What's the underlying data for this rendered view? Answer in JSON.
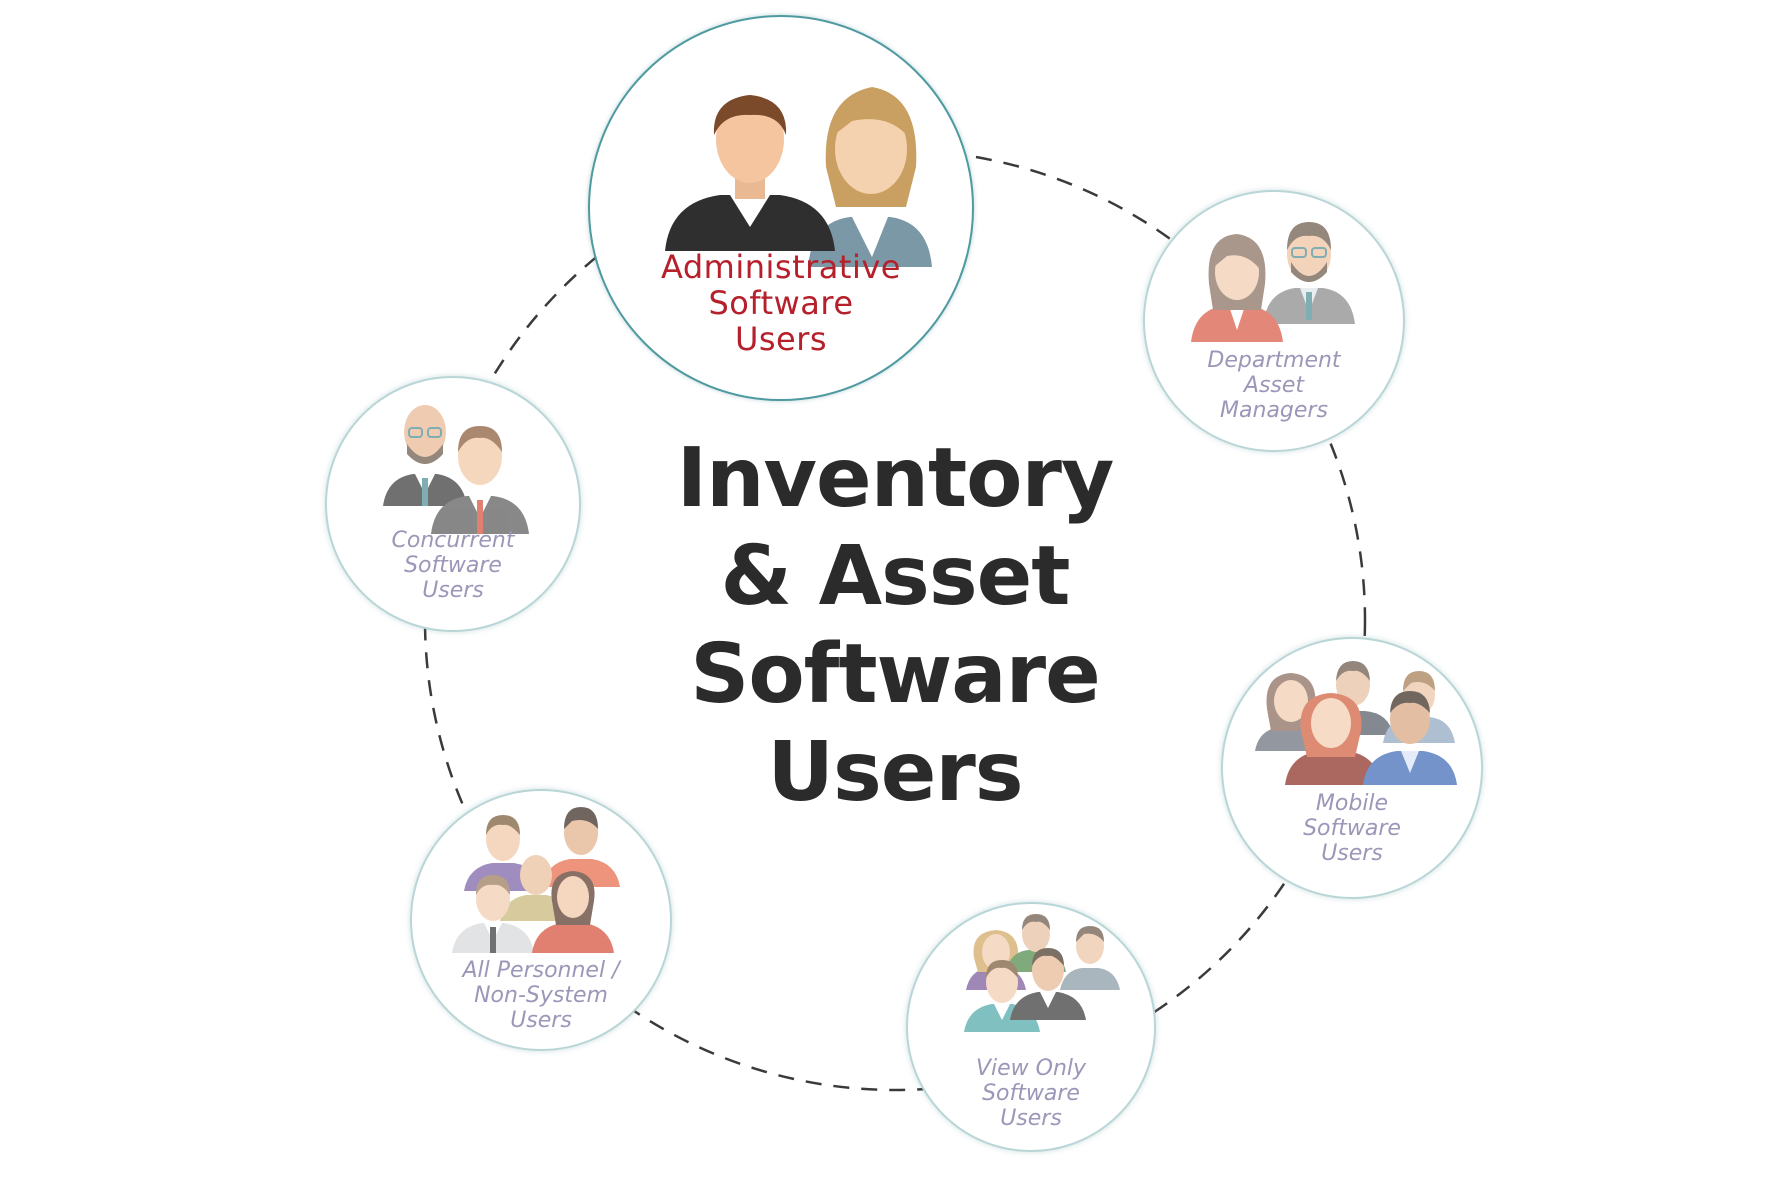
{
  "title": {
    "lines": [
      "Inventory",
      "& Asset",
      "Software",
      "Users"
    ]
  },
  "nodes": {
    "admin": {
      "lines": [
        "Administrative",
        "Software",
        "Users"
      ],
      "icon": "admin-users-icon"
    },
    "department": {
      "lines": [
        "Department",
        "Asset",
        "Managers"
      ],
      "icon": "department-managers-icon"
    },
    "mobile": {
      "lines": [
        "Mobile",
        "Software",
        "Users"
      ],
      "icon": "mobile-users-icon"
    },
    "viewonly": {
      "lines": [
        "View Only",
        "Software",
        "Users"
      ],
      "icon": "view-only-users-icon"
    },
    "allpersonnel": {
      "lines": [
        "All Personnel /",
        "Non-System",
        "Users"
      ],
      "icon": "all-personnel-icon"
    },
    "concurrent": {
      "lines": [
        "Concurrent",
        "Software",
        "Users"
      ],
      "icon": "concurrent-users-icon"
    }
  },
  "colors": {
    "highlight_text": "#b5202b",
    "secondary_text": "#9a97b8",
    "title_text": "#2b2b2b",
    "ring_stroke": "#3a3a3a",
    "circle_border": "#b9d6d6"
  }
}
